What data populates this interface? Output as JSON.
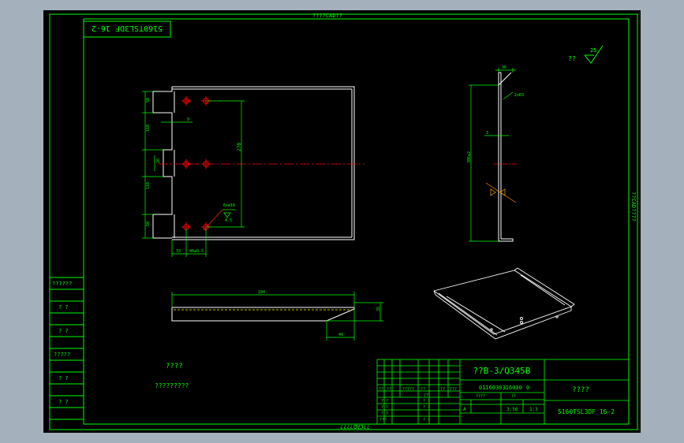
{
  "colors": {
    "background": "#a5b0bd",
    "canvas": "#000000",
    "frame": "#00ff00",
    "geometry": "#ffffff",
    "dimension": "#00ff00",
    "center_line": "#ff0000",
    "hole": "#ff0000",
    "leader": "#ff0000"
  },
  "frame": {
    "top_label": "????CAD??",
    "bottom_label": "??CAD????",
    "right_label": "??CAD????"
  },
  "corner_tag": "5160TSL3DF 16-2",
  "roughness": {
    "prefix": "??",
    "value": "25"
  },
  "left_column": {
    "labels": [
      "??????",
      "? ?",
      "? ?",
      "?????",
      "? ?",
      "? ?"
    ]
  },
  "notes": {
    "title": "????",
    "body": "?????????"
  },
  "title_block": {
    "material": "??B-3/Q345B",
    "part_number": "0116030316030",
    "part_number_suffix": "0",
    "drawing_name": "????",
    "drawing_code": "5160TSL3DF 16-2",
    "scale_row": {
      "mark": "A",
      "mass": "",
      "count": "3.56",
      "scale": "1:3"
    },
    "col_small": [
      "??",
      "??",
      "?????",
      "??",
      "??",
      "???"
    ],
    "sub_small": [
      "??",
      "????",
      "??"
    ],
    "grid_left": [
      "? ?",
      "? ?",
      "? ?",
      "???"
    ],
    "grid_left2": [
      "? ?",
      "? ?",
      "? ?"
    ]
  },
  "dimensions": {
    "front_view": {
      "d_left_1": "50",
      "d_left_2": "110",
      "d_left_3": "110",
      "d_left_4": "50",
      "d_mid_tab": "26",
      "d_small": "9",
      "d_height": "270",
      "d_bottom_1": "33",
      "d_bottom_2": "40±0.5",
      "hole_callout": "6xø10",
      "hole_callout_2": "4.5"
    },
    "side_view": {
      "d_top": "36",
      "d_note": "2xR3",
      "d_thickness": "3",
      "d_height": "306±2"
    },
    "bottom_view": {
      "d_length": "184",
      "d_height": "35",
      "d_offset": "40"
    }
  }
}
